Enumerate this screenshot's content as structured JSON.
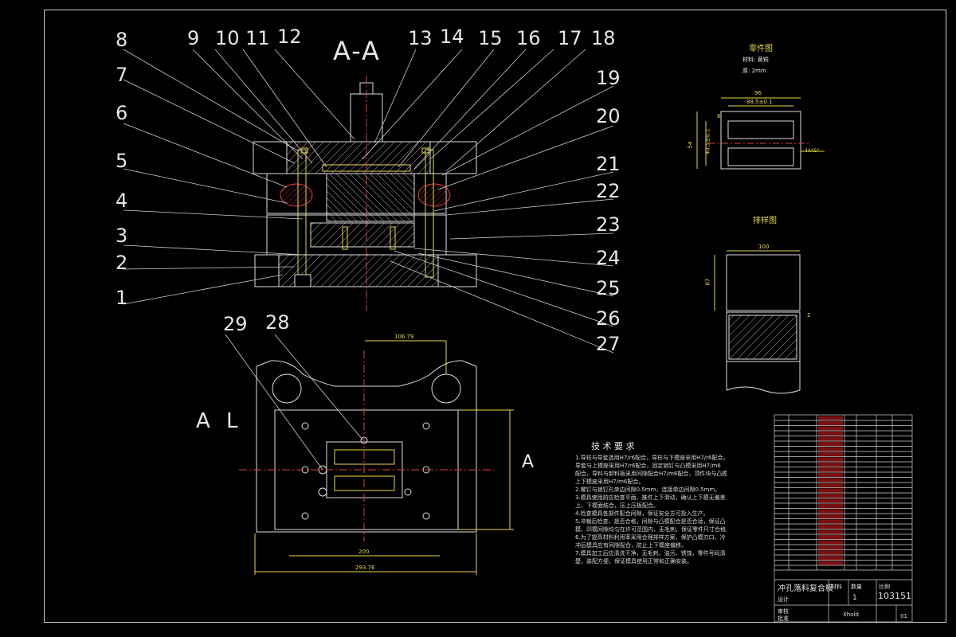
{
  "drawing": {
    "section_label": "A-A",
    "view_label_left": "A L",
    "view_label_right": "A",
    "balloons_top": [
      "8",
      "9",
      "10",
      "11",
      "12",
      "13",
      "14",
      "15",
      "16",
      "17",
      "18"
    ],
    "balloons_left": [
      "7",
      "6",
      "5",
      "4",
      "3",
      "2",
      "1"
    ],
    "balloons_right": [
      "19",
      "20",
      "21",
      "22",
      "23",
      "24",
      "25",
      "26",
      "27"
    ],
    "balloons_plan": [
      "29",
      "28"
    ],
    "dims": {
      "plan_width": "106.79",
      "plan_inner": "200",
      "plan_outer": "293.76",
      "part_96": "96",
      "part_88": "88.5±0.1",
      "part_54": "54",
      "part_40": "40.5±0.1",
      "part_6": "6",
      "part_chamfer": "4X45°",
      "strip_100": "100",
      "strip_67": "67",
      "strip_2": "2"
    }
  },
  "part_view": {
    "title": "零件图",
    "line1": "材料: 黄铜",
    "line2": "厚: 2mm"
  },
  "layout_view": {
    "title": "排样图"
  },
  "tech_req": {
    "title": "技 术 要 求",
    "lines": [
      "1.导柱与导套选用H7/r6配合，导柱与下模座采用H7/r6配合，",
      "导套与上模座采用H7/r6配合，固定销钉与凸模采用H7/m6",
      "配合，导料与卸料板采用间隙配合H7/m6配合，顶件块与凸模固定板，",
      "上下模座采用H7/m6配合。",
      "2.螺钉与销钉孔单边间隙0.5mm，连接单边间隙0.5mm。",
      "3.模具使用前应检查平面、推件上下滑动，确认上下模无偏差，顶出",
      "上、下模面结合，压上压板配合。",
      "4.检查模具各部件配合间隙，保证安全方可投入生产。",
      "5.冲裁后检查、是否合格，间隙与凸模配合是否合适，保证凸",
      "模、凹模间隙均匀在许可范围内，无毛刺，保证零件尺寸合格。",
      "6.为了提高材料利用率采用合理排样方案，保护凸模刃口，冷",
      "冲后模具应有间隙配合，防止上下模座偏移。",
      "7.模具加工后应清洗干净，无毛刺、油污、锈蚀，零件号码清",
      "楚，装配方便，保证模具使用正常和正确安装。"
    ]
  },
  "title_block": {
    "name": "冲孔落料复合模",
    "drawing_no": "103151",
    "sheet": "1",
    "scale_label": "比例",
    "material_label": "材料",
    "qty_label": "数量",
    "designer_label": "设计",
    "checker_label": "审核",
    "approve_label": "批准",
    "school": "Xhold",
    "page": "01"
  }
}
